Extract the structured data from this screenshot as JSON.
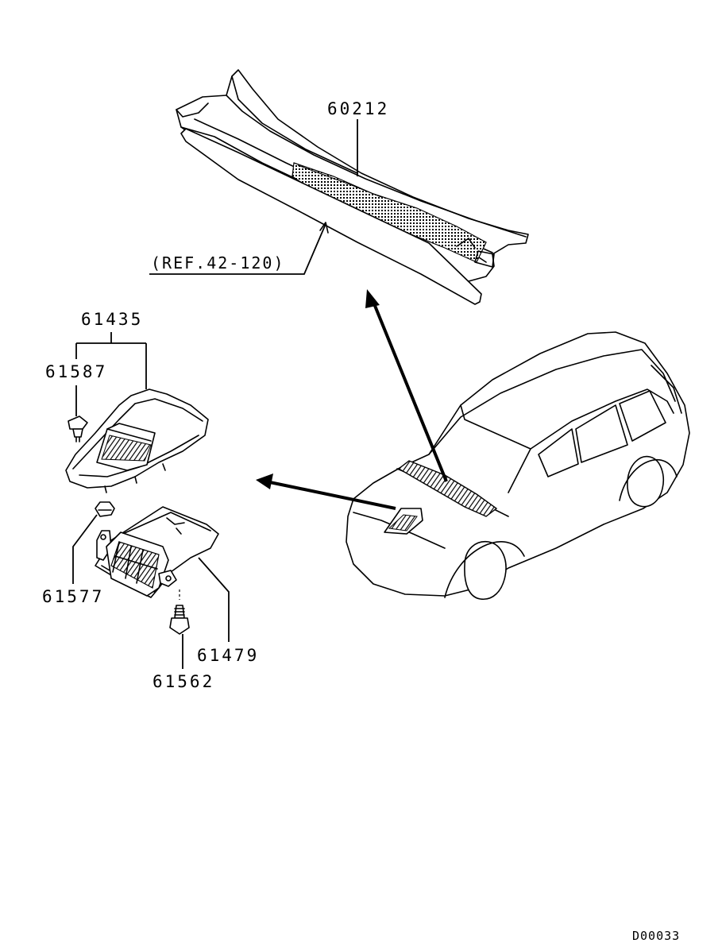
{
  "callouts": {
    "p60212": "60212",
    "ref": "(REF.42-120)",
    "p61435": "61435",
    "p61587": "61587",
    "p61577": "61577",
    "p61479": "61479",
    "p61562": "61562"
  },
  "drawing_code": "D00033"
}
